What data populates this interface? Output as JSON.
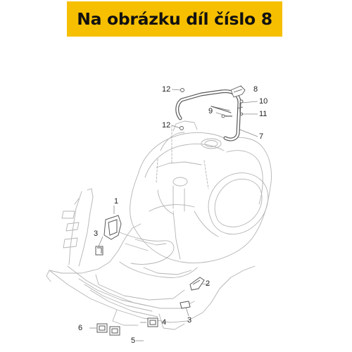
{
  "banner": {
    "text": "Na obrázku díl číslo 8",
    "background": "#f6bf00",
    "text_color": "#111111"
  },
  "diagram": {
    "line_color": "#9a9a9a",
    "part_color": "#555555",
    "callouts": {
      "c1": "1",
      "c2": "2",
      "c3a": "3",
      "c3b": "3",
      "c4": "4",
      "c5": "5",
      "c6": "6",
      "c7": "7",
      "c8": "8",
      "c9": "9",
      "c10": "10",
      "c11": "11",
      "c12a": "12",
      "c12b": "12"
    }
  }
}
